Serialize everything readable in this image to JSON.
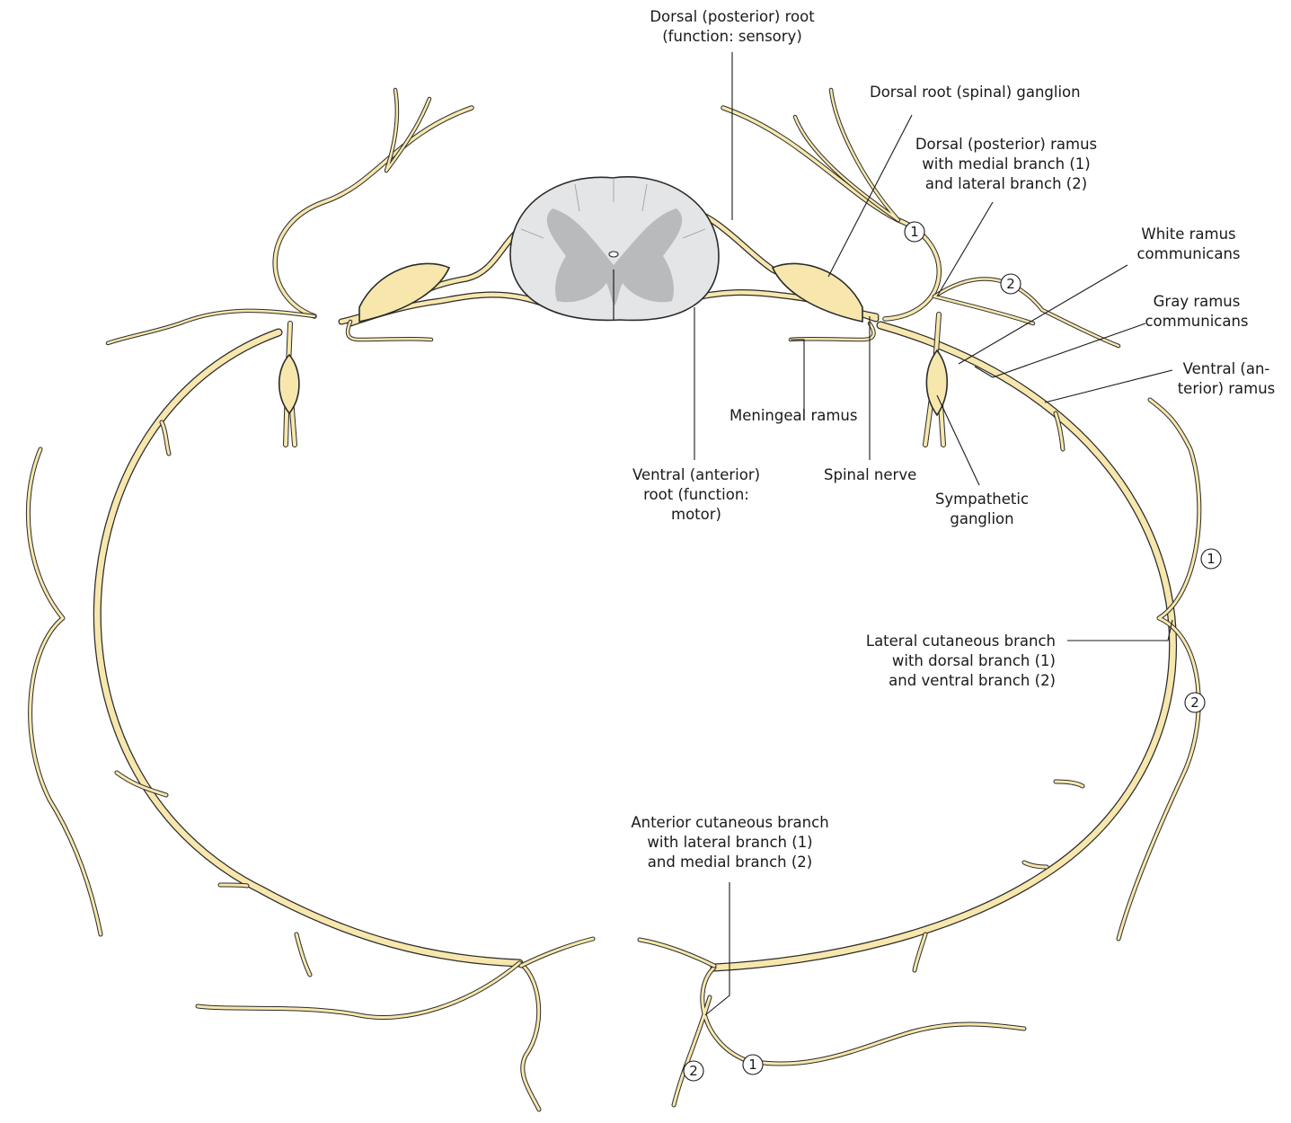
{
  "colors": {
    "nerve_fill": "#f7e7ad",
    "nerve_outline": "#2b2b2b",
    "cord_white_matter": "#e4e5e6",
    "cord_gray_matter": "#b9babc",
    "root_entry": "#fbf3d2"
  },
  "labels": {
    "dorsal_root": "Dorsal (posterior) root\n(function:  sensory)",
    "dorsal_root_ganglion": "Dorsal root (spinal) ganglion",
    "dorsal_ramus": "Dorsal (posterior) ramus\nwith medial branch (1)\nand lateral branch (2)",
    "white_ramus": "White ramus\ncommunicans",
    "gray_ramus": "Gray ramus\ncommunicans",
    "ventral_ramus": "Ventral (an-\nterior) ramus",
    "meningeal_ramus": "Meningeal ramus",
    "ventral_root": "Ventral (anterior)\nroot (function:\nmotor)",
    "spinal_nerve": "Spinal nerve",
    "sympathetic_ganglion": "Sympathetic\nganglion",
    "lateral_cutaneous": "Lateral cutaneous branch\nwith dorsal branch (1)\nand ventral branch (2)",
    "anterior_cutaneous": "Anterior cutaneous branch\nwith lateral branch (1)\nand medial branch (2)"
  },
  "markers": [
    "1",
    "2",
    "1",
    "2",
    "1",
    "2"
  ]
}
